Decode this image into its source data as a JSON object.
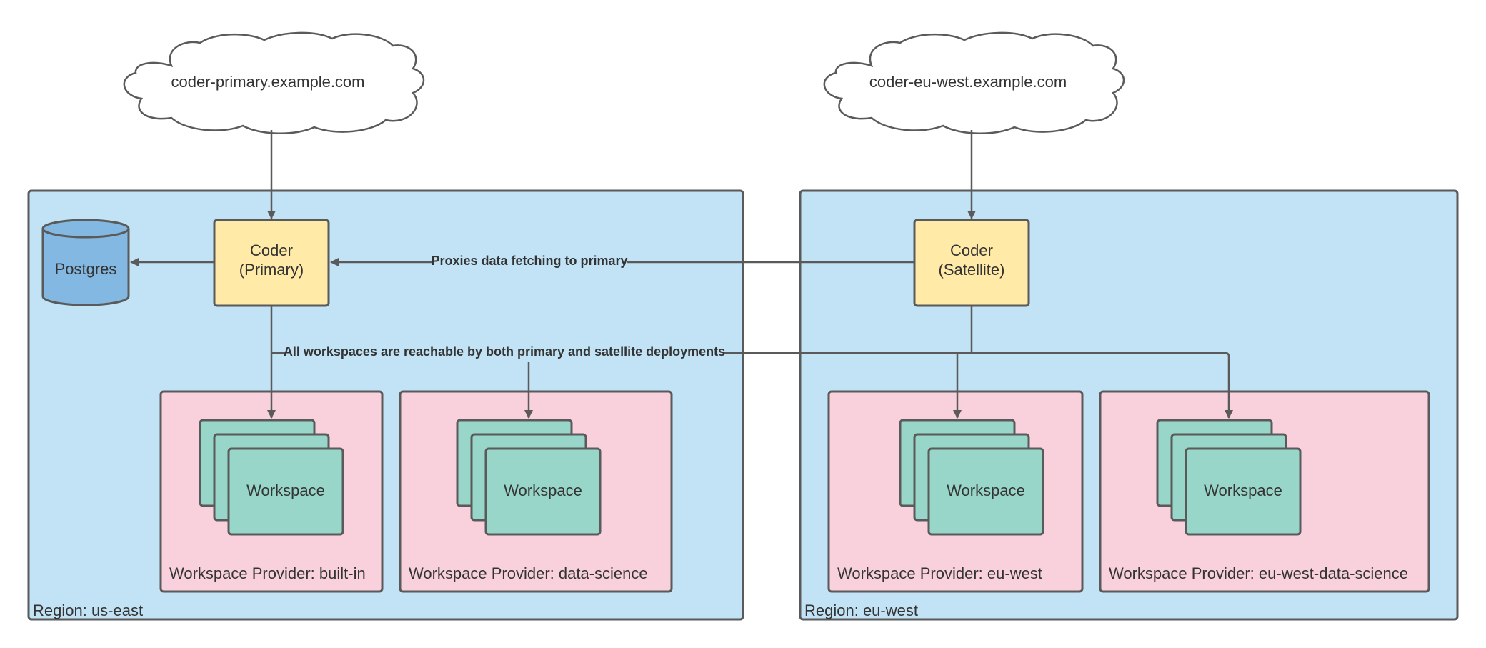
{
  "clouds": {
    "primary": "coder-primary.example.com",
    "eu_west": "coder-eu-west.example.com"
  },
  "regions": {
    "us_east": "Region: us-east",
    "eu_west": "Region: eu-west"
  },
  "nodes": {
    "postgres": "Postgres",
    "coder_primary": [
      "Coder",
      "(Primary)"
    ],
    "coder_satellite": [
      "Coder",
      "(Satellite)"
    ],
    "workspace": "Workspace"
  },
  "providers": [
    "Workspace Provider: built-in",
    "Workspace Provider: data-science",
    "Workspace Provider: eu-west",
    "Workspace Provider: eu-west-data-science"
  ],
  "edge_labels": {
    "proxy": "Proxies data fetching to primary",
    "reachable": "All workspaces are reachable by both primary and satellite deployments"
  },
  "colors": {
    "region_fill": "#c2e3f5",
    "provider_fill": "#f9d1dd",
    "coder_fill": "#ffeaa7",
    "workspace_fill": "#98d6c9",
    "postgres_fill": "#83b8e2",
    "stroke": "#5a5a5a"
  }
}
